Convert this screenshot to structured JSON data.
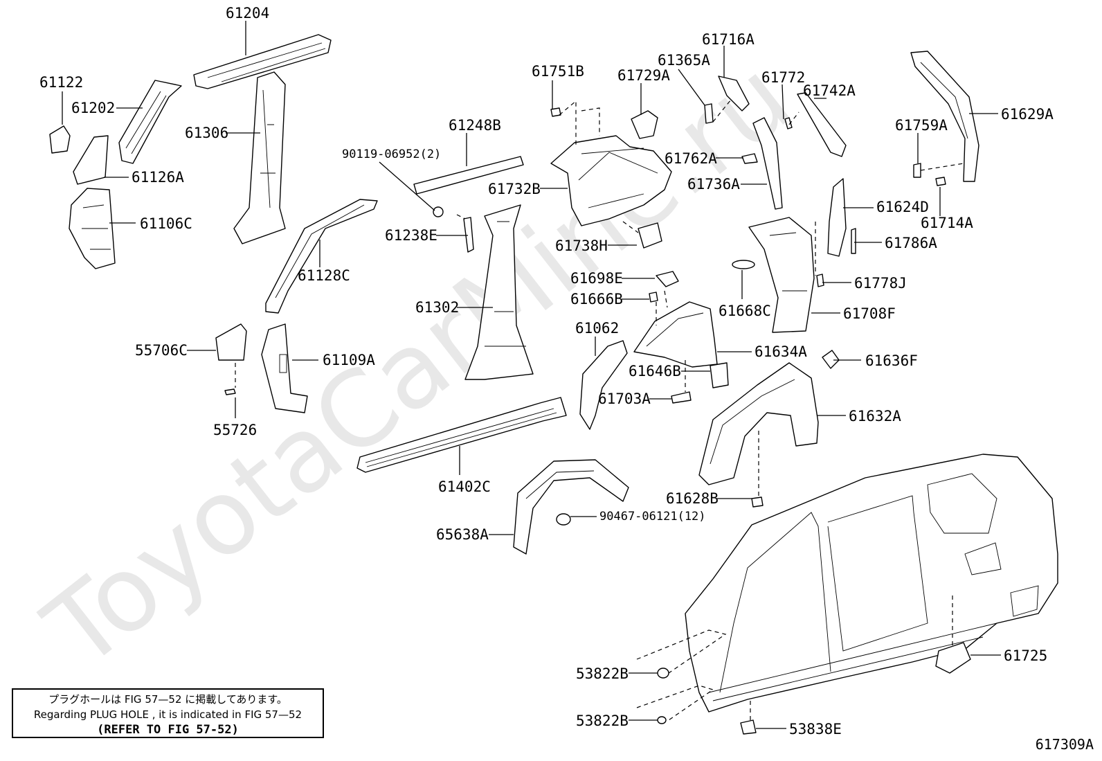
{
  "watermark": "ToyotaCarMine.ru",
  "figure_id": "617309A",
  "note": {
    "jp": "プラグホールは FIG 57—52 に掲載してあります。",
    "en": "Regarding  PLUG  HOLE , it is indicated in  FIG  57—52",
    "ref": "(REFER TO FIG 57-52)"
  },
  "labels": [
    {
      "id": "p61204",
      "text": "61204"
    },
    {
      "id": "p61122",
      "text": "61122"
    },
    {
      "id": "p61202",
      "text": "61202"
    },
    {
      "id": "p61306",
      "text": "61306"
    },
    {
      "id": "p61126A",
      "text": "61126A"
    },
    {
      "id": "p61106C",
      "text": "61106C"
    },
    {
      "id": "p61128C",
      "text": "61128C"
    },
    {
      "id": "p55706C",
      "text": "55706C"
    },
    {
      "id": "p61109A",
      "text": "61109A"
    },
    {
      "id": "p55726",
      "text": "55726"
    },
    {
      "id": "p61248B",
      "text": "61248B"
    },
    {
      "id": "p90119",
      "text": "90119-06952(2)"
    },
    {
      "id": "p61238E",
      "text": "61238E"
    },
    {
      "id": "p61302",
      "text": "61302"
    },
    {
      "id": "p61402C",
      "text": "61402C"
    },
    {
      "id": "p61751B",
      "text": "61751B"
    },
    {
      "id": "p61729A",
      "text": "61729A"
    },
    {
      "id": "p61732B",
      "text": "61732B"
    },
    {
      "id": "p61738H",
      "text": "61738H"
    },
    {
      "id": "p61698E",
      "text": "61698E"
    },
    {
      "id": "p61666B",
      "text": "61666B"
    },
    {
      "id": "p61062",
      "text": "61062"
    },
    {
      "id": "p61646B",
      "text": "61646B"
    },
    {
      "id": "p61703A",
      "text": "61703A"
    },
    {
      "id": "p65638A",
      "text": "65638A"
    },
    {
      "id": "p90467",
      "text": "90467-06121(12)"
    },
    {
      "id": "p61365A",
      "text": "61365A"
    },
    {
      "id": "p61716A",
      "text": "61716A"
    },
    {
      "id": "p61772",
      "text": "61772"
    },
    {
      "id": "p61742A",
      "text": "61742A"
    },
    {
      "id": "p61762A",
      "text": "61762A"
    },
    {
      "id": "p61736A",
      "text": "61736A"
    },
    {
      "id": "p61668C",
      "text": "61668C"
    },
    {
      "id": "p61634A",
      "text": "61634A"
    },
    {
      "id": "p61632A",
      "text": "61632A"
    },
    {
      "id": "p61628B",
      "text": "61628B"
    },
    {
      "id": "p61629A",
      "text": "61629A"
    },
    {
      "id": "p61759A",
      "text": "61759A"
    },
    {
      "id": "p61714A",
      "text": "61714A"
    },
    {
      "id": "p61624D",
      "text": "61624D"
    },
    {
      "id": "p61786A",
      "text": "61786A"
    },
    {
      "id": "p61778J",
      "text": "61778J"
    },
    {
      "id": "p61708F",
      "text": "61708F"
    },
    {
      "id": "p61636F",
      "text": "61636F"
    },
    {
      "id": "p61725",
      "text": "61725"
    },
    {
      "id": "p53822B_1",
      "text": "53822B"
    },
    {
      "id": "p53822B_2",
      "text": "53822B"
    },
    {
      "id": "p53838E",
      "text": "53838E"
    }
  ]
}
